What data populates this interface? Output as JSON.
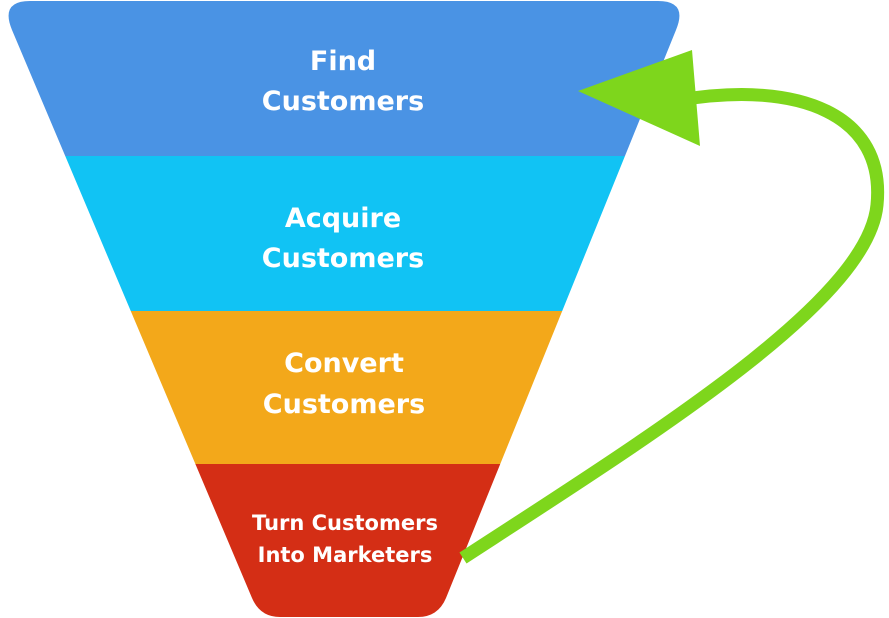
{
  "funnel": {
    "stages": [
      {
        "line1": "Find",
        "line2": "Customers",
        "color": "#4a93e4"
      },
      {
        "line1": "Acquire",
        "line2": "Customers",
        "color": "#11c3f4"
      },
      {
        "line1": "Convert",
        "line2": "Customers",
        "color": "#f3a81a"
      },
      {
        "line1": "Turn Customers",
        "line2": "Into Marketers",
        "color": "#d42e15"
      }
    ]
  },
  "arrow": {
    "color": "#7ed61c"
  }
}
